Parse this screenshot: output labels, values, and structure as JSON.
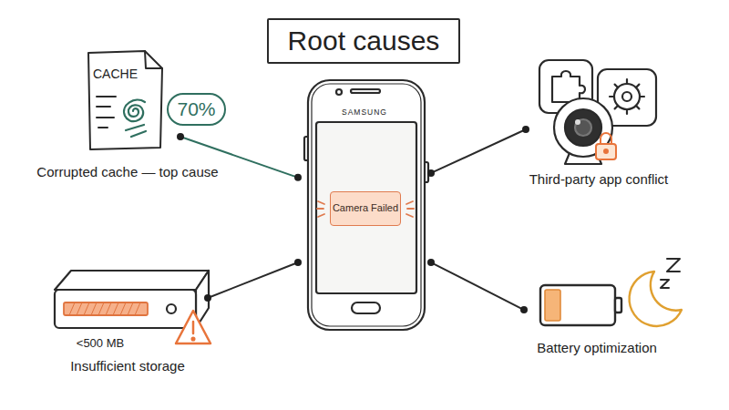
{
  "diagram": {
    "title": "Root causes",
    "nodes": [
      {
        "text": [
          "Corrupted cache — top cause"
        ]
      },
      {
        "text": [
          "70%"
        ],
        "in": 0
      },
      {
        "text": [
          "SAMSUNG"
        ]
      },
      {
        "text": [
          "Camera Failed"
        ],
        "in": 2
      },
      {
        "text": [
          "Third-party app conflict"
        ]
      },
      {
        "text": [
          "Insufficient storage"
        ]
      },
      {
        "text": [
          "Battery optimization"
        ]
      }
    ],
    "edges": [
      {
        "from": 2,
        "to": 0,
        "arrow": "none"
      },
      {
        "from": 2,
        "to": 4,
        "arrow": "none"
      },
      {
        "from": 2,
        "to": 5,
        "arrow": "none"
      },
      {
        "from": 2,
        "to": 6,
        "arrow": "none"
      }
    ],
    "labels": [
      "CACHE",
      "<500 MB"
    ]
  }
}
